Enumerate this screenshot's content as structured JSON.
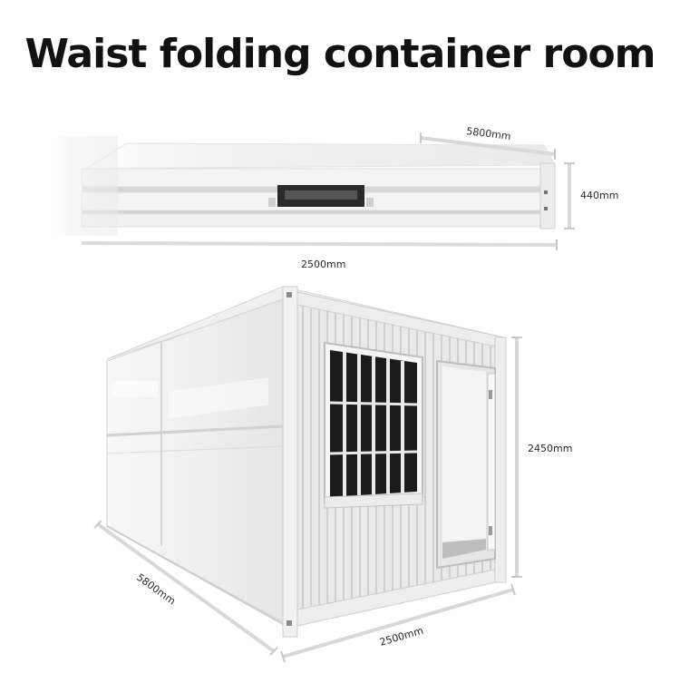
{
  "title": "Waist folding container room",
  "folded": {
    "length_label": "5800mm",
    "height_label": "440mm",
    "width_label": "2500mm"
  },
  "expanded": {
    "height_label": "2450mm",
    "length_label": "5800mm",
    "width_label": "2500mm"
  },
  "colors": {
    "panel": "#f3f3f3",
    "frame": "#e2e2e2",
    "window_glass": "#1a1a1a",
    "dimension_line": "#dcdcdc"
  }
}
